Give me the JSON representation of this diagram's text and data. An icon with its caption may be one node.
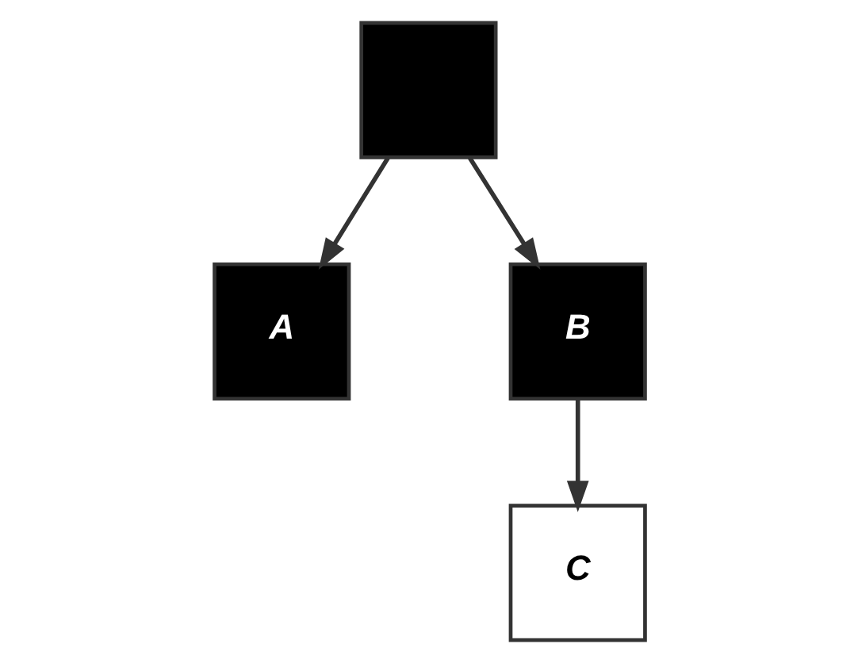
{
  "diagram": {
    "nodes": [
      {
        "text": [],
        "shape": "box"
      },
      {
        "text": [
          "A"
        ]
      },
      {
        "text": [
          "B"
        ]
      },
      {
        "text": [
          "C"
        ]
      }
    ],
    "edges": [
      {
        "from": 0,
        "to": 1,
        "arrow": "to"
      },
      {
        "from": 0,
        "to": 2,
        "arrow": "to"
      },
      {
        "from": 2,
        "to": 3,
        "arrow": "to"
      }
    ]
  }
}
